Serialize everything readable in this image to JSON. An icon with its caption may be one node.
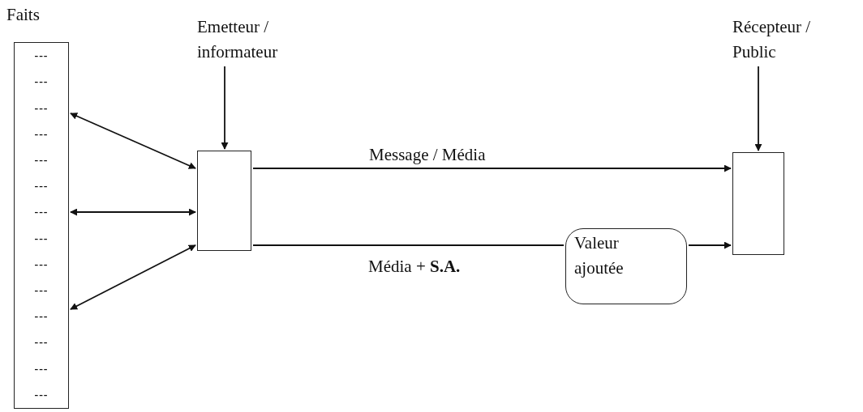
{
  "diagram": {
    "nodes": [
      {
        "text": [
          "Faits",
          "---",
          "---",
          "---",
          "---",
          "---",
          "---",
          "---",
          "---",
          "---",
          "---",
          "---",
          "---",
          "---",
          "---"
        ]
      },
      {
        "text": [
          "Emetteur / informateur"
        ]
      },
      {
        "text": [],
        "shape": "box"
      },
      {
        "text": [
          "Récepteur / Public"
        ]
      },
      {
        "text": [],
        "shape": "box"
      },
      {
        "text": [
          "Valeur ajoutée"
        ]
      }
    ],
    "edges": [
      {
        "from": 0,
        "to": 2,
        "arrow": "both"
      },
      {
        "from": 0,
        "to": 2,
        "arrow": "both"
      },
      {
        "from": 0,
        "to": 2,
        "arrow": "both"
      },
      {
        "from": 1,
        "to": 2,
        "arrow": "to"
      },
      {
        "from": 3,
        "to": 4,
        "arrow": "to"
      },
      {
        "from": 2,
        "to": 4,
        "arrow": "to",
        "label": "Message / Média"
      },
      {
        "from": 2,
        "to": 5,
        "arrow": "none",
        "label": "Média + **S.A.**"
      },
      {
        "from": 5,
        "to": 4,
        "arrow": "to"
      }
    ]
  }
}
